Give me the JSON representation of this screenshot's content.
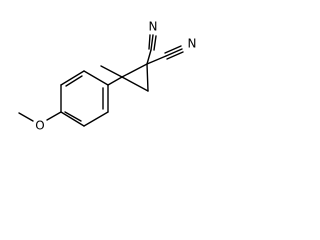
{
  "molecule": {
    "atoms": {
      "nitrile_n_left": "N",
      "nitrile_n_right": "N",
      "methoxy_o": "O"
    }
  },
  "colors": {
    "background": "#ffffff",
    "bond": "#000000",
    "text": "#000000"
  }
}
